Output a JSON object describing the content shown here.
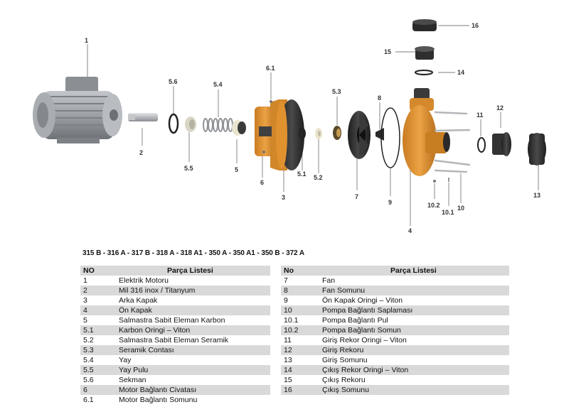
{
  "callouts": {
    "c1": "1",
    "c2": "2",
    "c3": "3",
    "c4": "4",
    "c5": "5",
    "c5_1": "5.1",
    "c5_2": "5.2",
    "c5_3": "5.3",
    "c5_4": "5.4",
    "c5_5": "5.5",
    "c5_6": "5.6",
    "c6": "6",
    "c6_1": "6.1",
    "c7": "7",
    "c8": "8",
    "c9": "9",
    "c10": "10",
    "c10_1": "10.1",
    "c10_2": "10.2",
    "c11": "11",
    "c12": "12",
    "c13": "13",
    "c14": "14",
    "c15": "15",
    "c16": "16"
  },
  "colors": {
    "orange": "#e0922f",
    "orange_dark": "#b8701d",
    "black_part": "#2b2b2b",
    "motor_gray": "#9da1a6",
    "table_shade": "#d9d9d9"
  },
  "models_title": "315 B - 316 A - 317 B - 318 A - 318 A1 - 350 A - 350 A1 - 350 B - 372 A",
  "left_table": {
    "header_no": "NO",
    "header_label": "Parça Listesi",
    "rows": [
      {
        "no": "1",
        "label": "Elektrik Motoru"
      },
      {
        "no": "2",
        "label": "Mil 316 inox / Titanyum"
      },
      {
        "no": "3",
        "label": "Arka Kapak"
      },
      {
        "no": "4",
        "label": "Ön Kapak"
      },
      {
        "no": "5",
        "label": "Salmastra Sabit Eleman Karbon"
      },
      {
        "no": "5.1",
        "label": "Karbon Oringi – Viton"
      },
      {
        "no": "5.2",
        "label": "Salmastra Sabit Eleman Seramik"
      },
      {
        "no": "5.3",
        "label": "Seramik Contası"
      },
      {
        "no": "5.4",
        "label": "Yay"
      },
      {
        "no": "5.5",
        "label": "Yay Pulu"
      },
      {
        "no": "5.6",
        "label": "Sekman"
      },
      {
        "no": "6",
        "label": "Motor Bağlantı Civatası"
      },
      {
        "no": "6.1",
        "label": "Motor Bağlantı Somunu"
      }
    ]
  },
  "right_table": {
    "header_no": "No",
    "header_label": "Parça Listesi",
    "rows": [
      {
        "no": "7",
        "label": "Fan"
      },
      {
        "no": "8",
        "label": "Fan Somunu"
      },
      {
        "no": "9",
        "label": "Ön Kapak Oringi – Viton"
      },
      {
        "no": "10",
        "label": "Pompa Bağlantı Saplaması"
      },
      {
        "no": "10.1",
        "label": "Pompa Bağlantı Pul"
      },
      {
        "no": "10.2",
        "label": "Pompa Bağlantı Somun"
      },
      {
        "no": "11",
        "label": "Giriş Rekor Oringi – Viton"
      },
      {
        "no": "12",
        "label": "Giriş Rekoru"
      },
      {
        "no": "13",
        "label": "Giriş Somunu"
      },
      {
        "no": "14",
        "label": "Çıkış Rekor Oringi – Viton"
      },
      {
        "no": "15",
        "label": "Çıkış Rekoru"
      },
      {
        "no": "16",
        "label": "Çıkış Somunu"
      }
    ]
  }
}
